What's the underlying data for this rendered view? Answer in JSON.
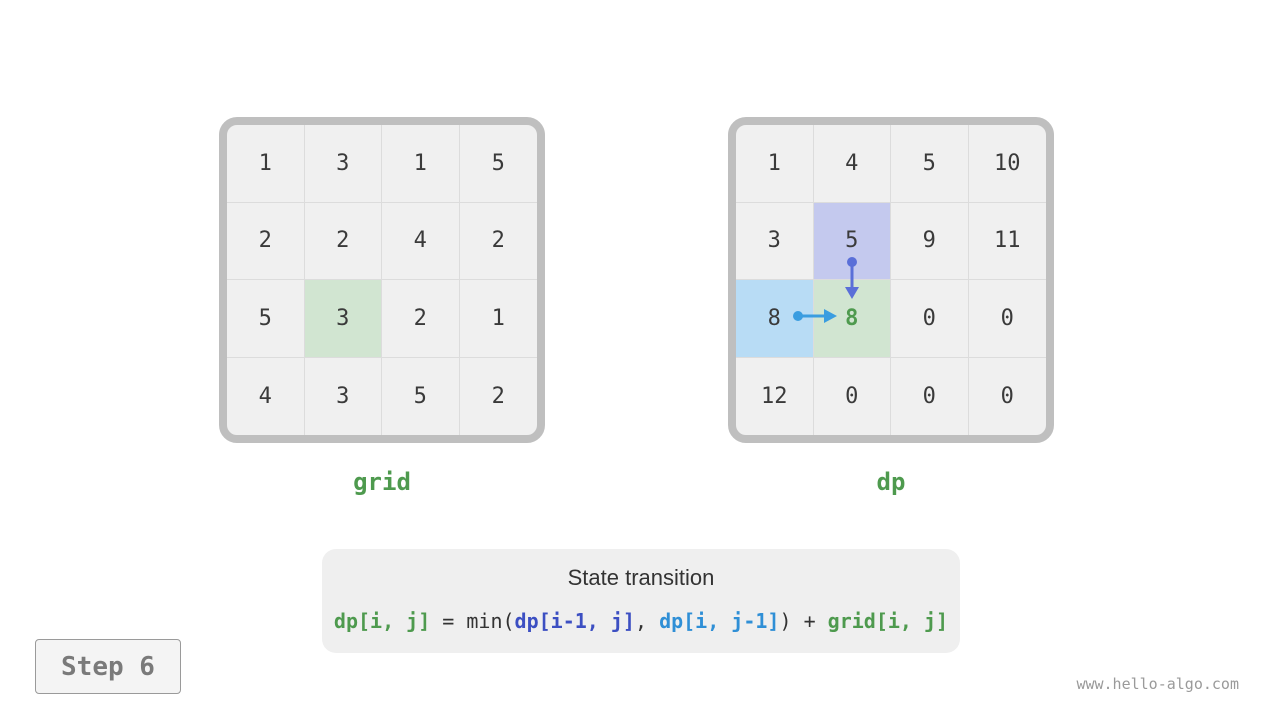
{
  "grid": {
    "caption": "grid",
    "rows": [
      [
        "1",
        "3",
        "1",
        "5"
      ],
      [
        "2",
        "2",
        "4",
        "2"
      ],
      [
        "5",
        "3",
        "2",
        "1"
      ],
      [
        "4",
        "3",
        "5",
        "2"
      ]
    ],
    "highlight": {
      "row": 2,
      "col": 1,
      "color": "#d1e5d1"
    }
  },
  "dp": {
    "caption": "dp",
    "rows": [
      [
        "1",
        "4",
        "5",
        "10"
      ],
      [
        "3",
        "5",
        "9",
        "11"
      ],
      [
        "8",
        "8",
        "0",
        "0"
      ],
      [
        "12",
        "0",
        "0",
        "0"
      ]
    ],
    "target": {
      "row": 2,
      "col": 1,
      "color": "#d1e5d1"
    },
    "from_up": {
      "row": 1,
      "col": 1,
      "color": "#c4c9ee"
    },
    "from_left": {
      "row": 2,
      "col": 0,
      "color": "#b8dcf5"
    }
  },
  "formula": {
    "title": "State transition",
    "lhs": "dp[i, j]",
    "eq": " = min(",
    "term_up": "dp[i-1, j]",
    "comma": ", ",
    "term_left": "dp[i, j-1]",
    "close": ") + ",
    "term_grid": "grid[i, j]"
  },
  "step": {
    "label": "Step 6"
  },
  "watermark": "www.hello-algo.com",
  "colors": {
    "green": "#4e9a4e",
    "purple": "#3c4fc2",
    "blue": "#2f8fd6",
    "arrow_up": "#5a6fd8",
    "arrow_left": "#3a9de0"
  }
}
